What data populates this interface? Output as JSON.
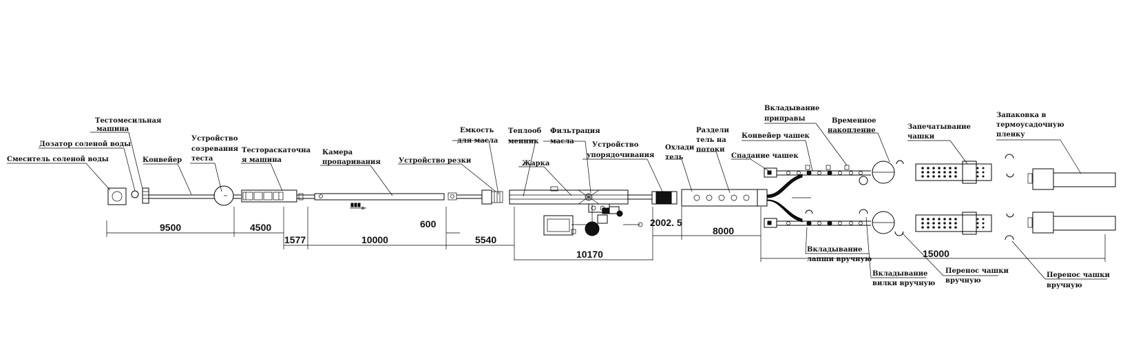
{
  "labels": {
    "salt_mixer": "Смеситель соленой воды",
    "salt_doser": "Дозатор соленой воды",
    "mixer_1": "Тестомесильная",
    "mixer_2": "машина",
    "conveyor": "Конвейер",
    "maturing_1": "Устройство",
    "maturing_2": "созревания",
    "maturing_3": "теста",
    "sheeter_1": "Тестораскаточна",
    "sheeter_2": "я машина",
    "steam_1": "Камера",
    "steam_2": "пропаривания",
    "cutter": "Устройство резки",
    "oil_1": "Емкость",
    "oil_2": "для масла",
    "heat_1": "Теплооб",
    "heat_2": "менник",
    "filter_1": "Фильтрация",
    "filter_2": "масла",
    "fry": "Жарка",
    "order_1": "Устройство",
    "order_2": "упорядочивания",
    "cooler_1": "Охлади",
    "cooler_2": "тель",
    "splitter_1": "Раздели",
    "splitter_2": "тель на",
    "splitter_3": "потоки",
    "cup_drop": "Спадание чашек",
    "cup_conv": "Конвейер чашек",
    "season_1": "Вкладывание",
    "season_2": "приправы",
    "buffer_1": "Временное",
    "buffer_2": "накопление",
    "seal_1": "Запечатывание",
    "seal_2": "чашки",
    "pack_1": "Запаковка в",
    "pack_2": "термоусадочную",
    "pack_3": "пленку",
    "noodle_1": "Вкладывание",
    "noodle_2": "лапши вручную",
    "fork_1": "Вкладывание",
    "fork_2": "вилки вручную",
    "transfer_a_1": "Перенос чашки",
    "transfer_a_2": "вручную",
    "transfer_b_1": "Перенос чашки",
    "transfer_b_2": "вручную"
  },
  "dimensions": {
    "d1": "9500",
    "d2": "4500",
    "d3": "1577",
    "d4": "10000",
    "d5": "600",
    "d6": "5540",
    "d7": "10170",
    "d8": "2002. 5",
    "d9": "8000",
    "d10": "15000"
  }
}
